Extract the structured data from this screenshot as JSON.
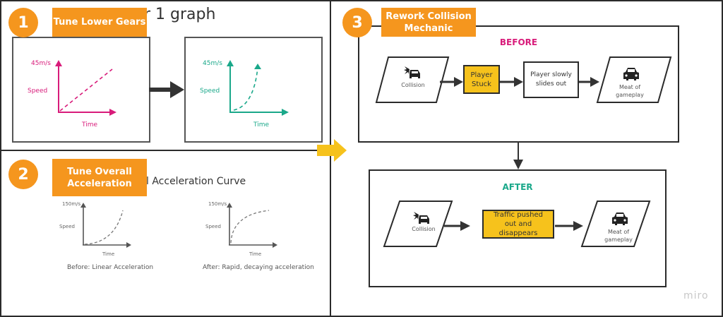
{
  "colors": {
    "accent_orange": "#f5961e",
    "highlight_yellow": "#f6c21c",
    "before_pink": "#d81b7a",
    "after_teal": "#1aa88a",
    "border_dark": "#2b2b2b"
  },
  "section1": {
    "number": "1",
    "label": "Tune Lower Gears",
    "slide_title_partial": "r 1 graph",
    "before_graph": {
      "y_max_label": "45m/s",
      "y_axis_label": "Speed",
      "x_axis_label": "Time",
      "curve": "linear",
      "color": "#d81b7a"
    },
    "after_graph": {
      "y_max_label": "45m/s",
      "y_axis_label": "Speed",
      "x_axis_label": "Time",
      "curve": "exponential",
      "color": "#1aa88a"
    },
    "arrow_icon": "arrow-right-icon"
  },
  "section2": {
    "number": "2",
    "label": "Tune Overall Acceleration",
    "slide_title_partial": "l Acceleration Curve",
    "before_graph": {
      "y_max_label": "150m/s",
      "y_axis_label": "Speed",
      "x_axis_label": "Time",
      "caption": "Before: Linear Acceleration",
      "curve": "exponential"
    },
    "after_graph": {
      "y_max_label": "150m/s",
      "y_axis_label": "Speed",
      "x_axis_label": "Time",
      "caption": "After: Rapid, decaying acceleration",
      "curve": "logarithmic"
    }
  },
  "transition_arrow_icon": "yellow-arrow-right-icon",
  "section3": {
    "number": "3",
    "label": "Rework Collision Mechanic",
    "before": {
      "title": "BEFORE",
      "steps": [
        {
          "type": "input",
          "icon": "car-collision-icon",
          "text": "Collision"
        },
        {
          "type": "process",
          "style": "yellow",
          "text": "Player Stuck"
        },
        {
          "type": "process",
          "style": "white",
          "text": "Player slowly slides out"
        },
        {
          "type": "input",
          "icon": "car-icon",
          "text": "Meat of gameplay"
        }
      ]
    },
    "after": {
      "title": "AFTER",
      "steps": [
        {
          "type": "input",
          "icon": "car-collision-icon",
          "text": "Collision"
        },
        {
          "type": "process",
          "style": "yellow",
          "text": "Traffic pushed out and disappears"
        },
        {
          "type": "input",
          "icon": "car-icon",
          "text": "Meat of gameplay"
        }
      ]
    }
  },
  "watermark": "miro"
}
